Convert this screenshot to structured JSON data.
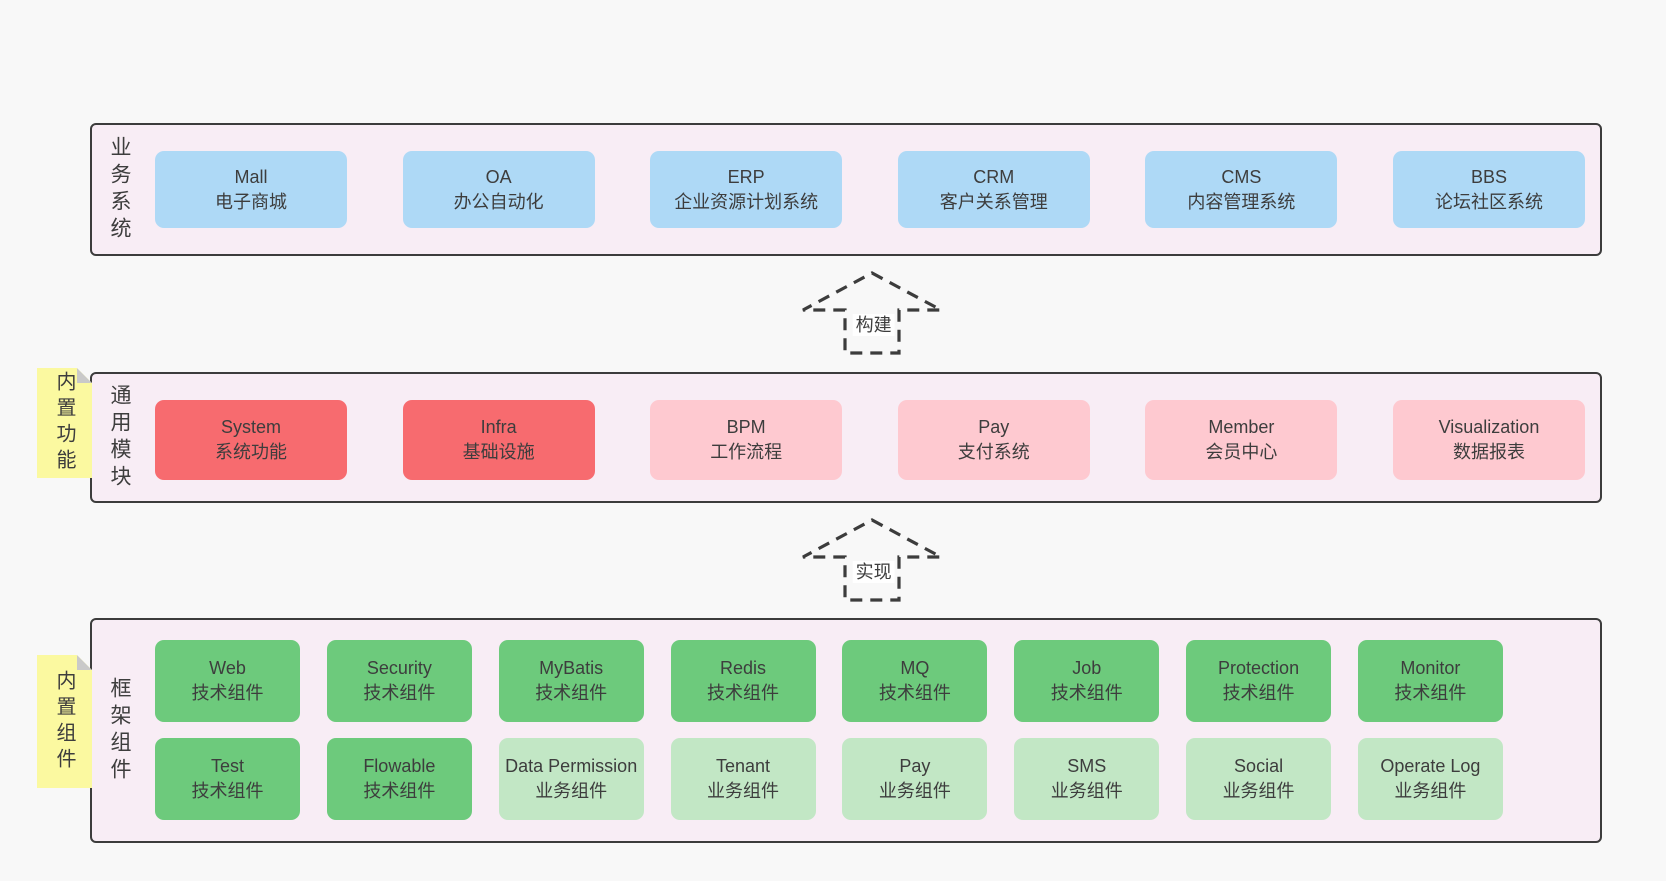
{
  "diagram": {
    "colors": {
      "page_bg": "#f8f8f8",
      "band_bg": "#f8edf5",
      "border": "#3c3c3c",
      "blue": "#aed9f6",
      "red": "#f76b6f",
      "pink": "#fec9d0",
      "green_dark": "#6dca7c",
      "green_light": "#c2e7c5",
      "note_bg": "#fbf9a0",
      "fold": "#c9c9c9"
    },
    "arrows": [
      {
        "label": "构建"
      },
      {
        "label": "实现"
      }
    ],
    "bands": [
      {
        "key": "business-systems",
        "label": "业务系统",
        "note": null,
        "rows": [
          [
            {
              "title": "Mall",
              "subtitle": "电子商城",
              "variant": "blue"
            },
            {
              "title": "OA",
              "subtitle": "办公自动化",
              "variant": "blue"
            },
            {
              "title": "ERP",
              "subtitle": "企业资源计划系统",
              "variant": "blue"
            },
            {
              "title": "CRM",
              "subtitle": "客户关系管理",
              "variant": "blue"
            },
            {
              "title": "CMS",
              "subtitle": "内容管理系统",
              "variant": "blue"
            },
            {
              "title": "BBS",
              "subtitle": "论坛社区系统",
              "variant": "blue"
            }
          ]
        ]
      },
      {
        "key": "common-modules",
        "label": "通用模块",
        "note": "内置功能",
        "rows": [
          [
            {
              "title": "System",
              "subtitle": "系统功能",
              "variant": "red"
            },
            {
              "title": "Infra",
              "subtitle": "基础设施",
              "variant": "red"
            },
            {
              "title": "BPM",
              "subtitle": "工作流程",
              "variant": "pink"
            },
            {
              "title": "Pay",
              "subtitle": "支付系统",
              "variant": "pink"
            },
            {
              "title": "Member",
              "subtitle": "会员中心",
              "variant": "pink"
            },
            {
              "title": "Visualization",
              "subtitle": "数据报表",
              "variant": "pink"
            }
          ]
        ]
      },
      {
        "key": "framework-components",
        "label": "框架组件",
        "note": "内置组件",
        "rows": [
          [
            {
              "title": "Web",
              "subtitle": "技术组件",
              "variant": "green-dark"
            },
            {
              "title": "Security",
              "subtitle": "技术组件",
              "variant": "green-dark"
            },
            {
              "title": "MyBatis",
              "subtitle": "技术组件",
              "variant": "green-dark"
            },
            {
              "title": "Redis",
              "subtitle": "技术组件",
              "variant": "green-dark"
            },
            {
              "title": "MQ",
              "subtitle": "技术组件",
              "variant": "green-dark"
            },
            {
              "title": "Job",
              "subtitle": "技术组件",
              "variant": "green-dark"
            },
            {
              "title": "Protection",
              "subtitle": "技术组件",
              "variant": "green-dark"
            },
            {
              "title": "Monitor",
              "subtitle": "技术组件",
              "variant": "green-dark"
            }
          ],
          [
            {
              "title": "Test",
              "subtitle": "技术组件",
              "variant": "green-dark"
            },
            {
              "title": "Flowable",
              "subtitle": "技术组件",
              "variant": "green-dark"
            },
            {
              "title": "Data Permission",
              "subtitle": "业务组件",
              "variant": "green-light"
            },
            {
              "title": "Tenant",
              "subtitle": "业务组件",
              "variant": "green-light"
            },
            {
              "title": "Pay",
              "subtitle": "业务组件",
              "variant": "green-light"
            },
            {
              "title": "SMS",
              "subtitle": "业务组件",
              "variant": "green-light"
            },
            {
              "title": "Social",
              "subtitle": "业务组件",
              "variant": "green-light"
            },
            {
              "title": "Operate Log",
              "subtitle": "业务组件",
              "variant": "green-light"
            }
          ]
        ]
      }
    ]
  }
}
